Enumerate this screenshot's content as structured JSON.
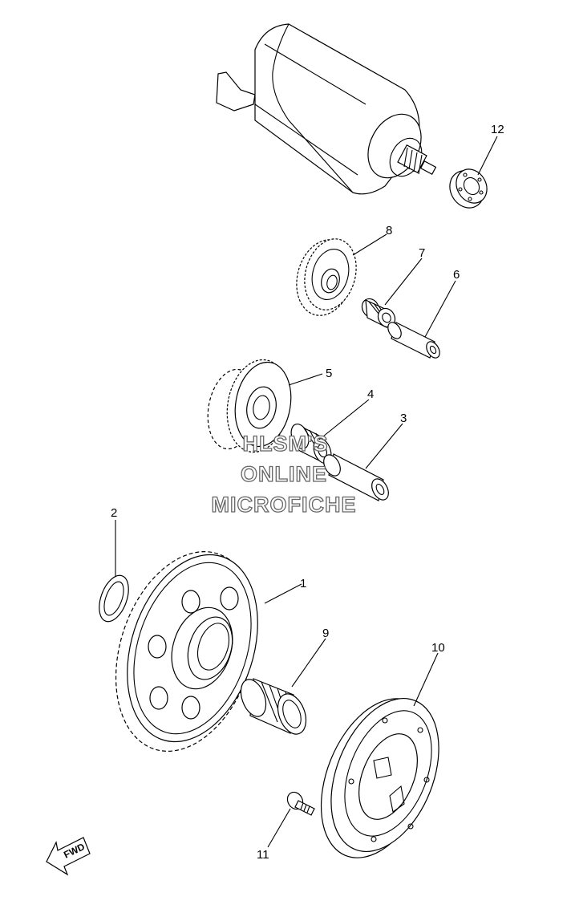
{
  "parts": [
    {
      "num": "1"
    },
    {
      "num": "2"
    },
    {
      "num": "3"
    },
    {
      "num": "4"
    },
    {
      "num": "5"
    },
    {
      "num": "6"
    },
    {
      "num": "7"
    },
    {
      "num": "8"
    },
    {
      "num": "9"
    },
    {
      "num": "10"
    },
    {
      "num": "11"
    },
    {
      "num": "12"
    }
  ],
  "watermark": {
    "line1": "HLSM'S",
    "line2": "ONLINE",
    "line3": "MICROFICHE"
  },
  "fwd_label": "FWD",
  "colors": {
    "line": "#000000",
    "watermark_stroke": "#666666",
    "background": "#ffffff"
  }
}
